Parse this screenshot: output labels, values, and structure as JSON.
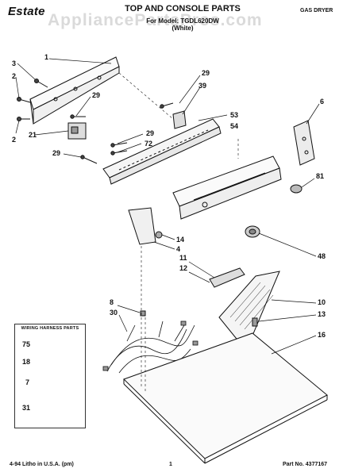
{
  "header": {
    "brand": "Estate",
    "title": "TOP AND CONSOLE PARTS",
    "model": "For Model: TGDL620DW",
    "color_note": "(White)",
    "dryer_type": "GAS DRYER",
    "watermark": "AppliancePartsPros.com"
  },
  "wiring_box": {
    "title": "WIRING HARNESS PARTS"
  },
  "callouts": [
    {
      "id": "c1",
      "label": "1"
    },
    {
      "id": "c3",
      "label": "3"
    },
    {
      "id": "c2a",
      "label": "2"
    },
    {
      "id": "c2b",
      "label": "2"
    },
    {
      "id": "c29a",
      "label": "29"
    },
    {
      "id": "c21",
      "label": "21"
    },
    {
      "id": "c29b",
      "label": "29"
    },
    {
      "id": "c39",
      "label": "39"
    },
    {
      "id": "c53",
      "label": "53"
    },
    {
      "id": "c54",
      "label": "54"
    },
    {
      "id": "c6",
      "label": "6"
    },
    {
      "id": "c29c",
      "label": "29"
    },
    {
      "id": "c72",
      "label": "72"
    },
    {
      "id": "c29d",
      "label": "29"
    },
    {
      "id": "c81",
      "label": "81"
    },
    {
      "id": "c14",
      "label": "14"
    },
    {
      "id": "c4",
      "label": "4"
    },
    {
      "id": "c48",
      "label": "48"
    },
    {
      "id": "c11",
      "label": "11"
    },
    {
      "id": "c12",
      "label": "12"
    },
    {
      "id": "c8",
      "label": "8"
    },
    {
      "id": "c30",
      "label": "30"
    },
    {
      "id": "c10",
      "label": "10"
    },
    {
      "id": "c13",
      "label": "13"
    },
    {
      "id": "c16",
      "label": "16"
    },
    {
      "id": "c75",
      "label": "75"
    },
    {
      "id": "c18",
      "label": "18"
    },
    {
      "id": "c7",
      "label": "7"
    },
    {
      "id": "c31",
      "label": "31"
    }
  ],
  "footer": {
    "print_info": "4-94 Litho in U.S.A. (pm)",
    "page_number": "1",
    "part_number": "Part No. 4377167"
  }
}
